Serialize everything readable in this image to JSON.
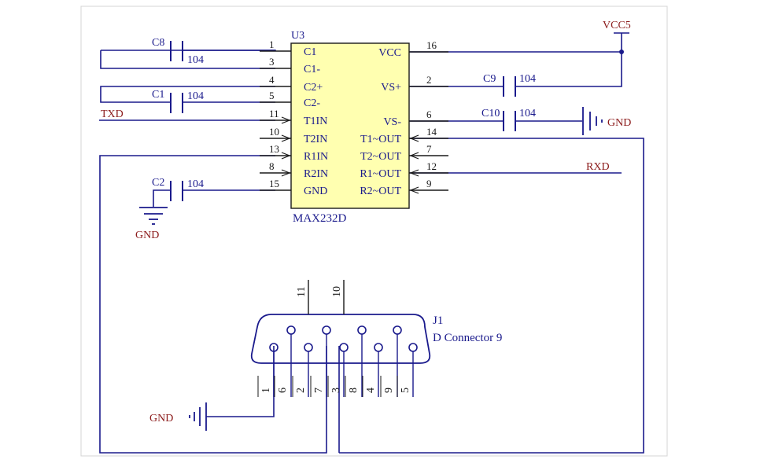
{
  "chip": {
    "designator": "U3",
    "part": "MAX232D",
    "left_pins": [
      {
        "num": "1",
        "name": "C1"
      },
      {
        "num": "3",
        "name": "C1-"
      },
      {
        "num": "4",
        "name": "C2+"
      },
      {
        "num": "5",
        "name": "C2-"
      },
      {
        "num": "11",
        "name": "T1IN"
      },
      {
        "num": "10",
        "name": "T2IN"
      },
      {
        "num": "13",
        "name": "R1IN"
      },
      {
        "num": "8",
        "name": "R2IN"
      },
      {
        "num": "15",
        "name": "GND"
      }
    ],
    "right_pins": [
      {
        "num": "16",
        "name": "VCC"
      },
      {
        "num": "2",
        "name": "VS+"
      },
      {
        "num": "6",
        "name": "VS-"
      },
      {
        "num": "14",
        "name": "T1~OUT"
      },
      {
        "num": "7",
        "name": "T2~OUT"
      },
      {
        "num": "12",
        "name": "R1~OUT"
      },
      {
        "num": "9",
        "name": "R2~OUT"
      }
    ]
  },
  "capacitors": {
    "c8": {
      "ref": "C8",
      "value": "104"
    },
    "c1": {
      "ref": "C1",
      "value": "104"
    },
    "c2": {
      "ref": "C2",
      "value": "104"
    },
    "c9": {
      "ref": "C9",
      "value": "104"
    },
    "c10": {
      "ref": "C10",
      "value": "104"
    }
  },
  "nets": {
    "txd": "TXD",
    "rxd": "RXD",
    "vcc": "VCC5",
    "gnd": "GND"
  },
  "connector": {
    "designator": "J1",
    "part": "D Connector 9",
    "top_pins": [
      "11",
      "10"
    ],
    "bottom_pins": [
      "1",
      "6",
      "2",
      "7",
      "3",
      "8",
      "4",
      "9",
      "5"
    ]
  },
  "colors": {
    "wire": "#1a1a8c",
    "label": "#8b1a1a",
    "component": "#1a1a8c",
    "chip_fill": "#ffffb0",
    "frame": "#cfcfcf"
  }
}
